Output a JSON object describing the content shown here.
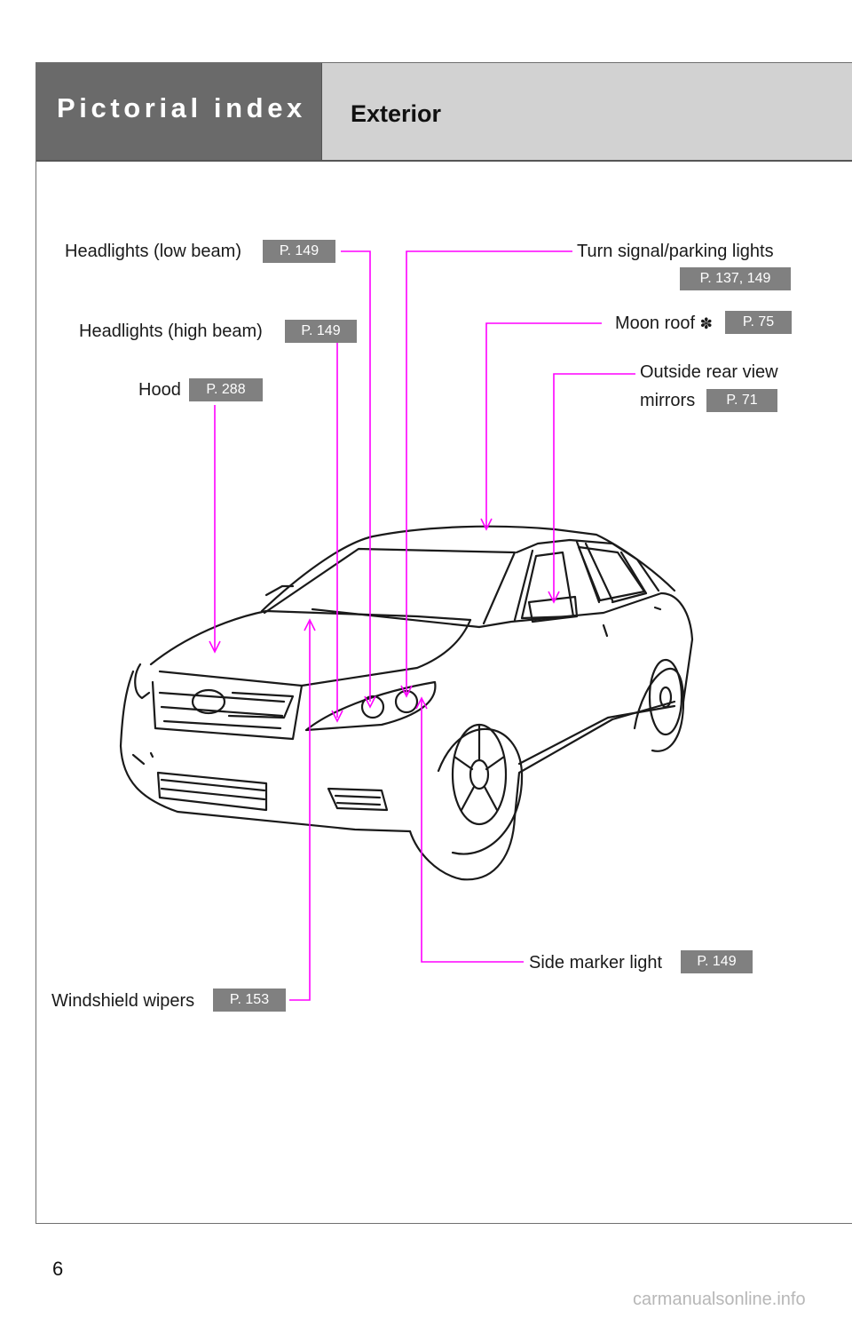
{
  "header": {
    "section_title": "Pictorial index",
    "subsection_title": "Exterior"
  },
  "callouts": {
    "headlights_low": {
      "label": "Headlights (low beam)",
      "ref": "P. 149"
    },
    "headlights_high": {
      "label": "Headlights (high beam)",
      "ref": "P. 149"
    },
    "hood": {
      "label": "Hood",
      "ref": "P. 288"
    },
    "turn_signal": {
      "label": "Turn signal/parking lights",
      "ref": "P. 137, 149"
    },
    "moon_roof": {
      "label": "Moon roof",
      "star": "✽",
      "ref": "P. 75"
    },
    "mirrors": {
      "label_line1": "Outside rear view",
      "label_line2": "mirrors",
      "ref": "P. 71"
    },
    "side_marker": {
      "label": "Side marker light",
      "ref": "P. 149"
    },
    "wipers": {
      "label": "Windshield wipers",
      "ref": "P. 153"
    }
  },
  "colors": {
    "leader": "#ff00ff",
    "ref_badge": "#808080",
    "header_dark": "#6a6a6a",
    "header_light": "#d2d2d2"
  },
  "footer": {
    "page_number": "6",
    "watermark": "carmanualsonline.info"
  }
}
